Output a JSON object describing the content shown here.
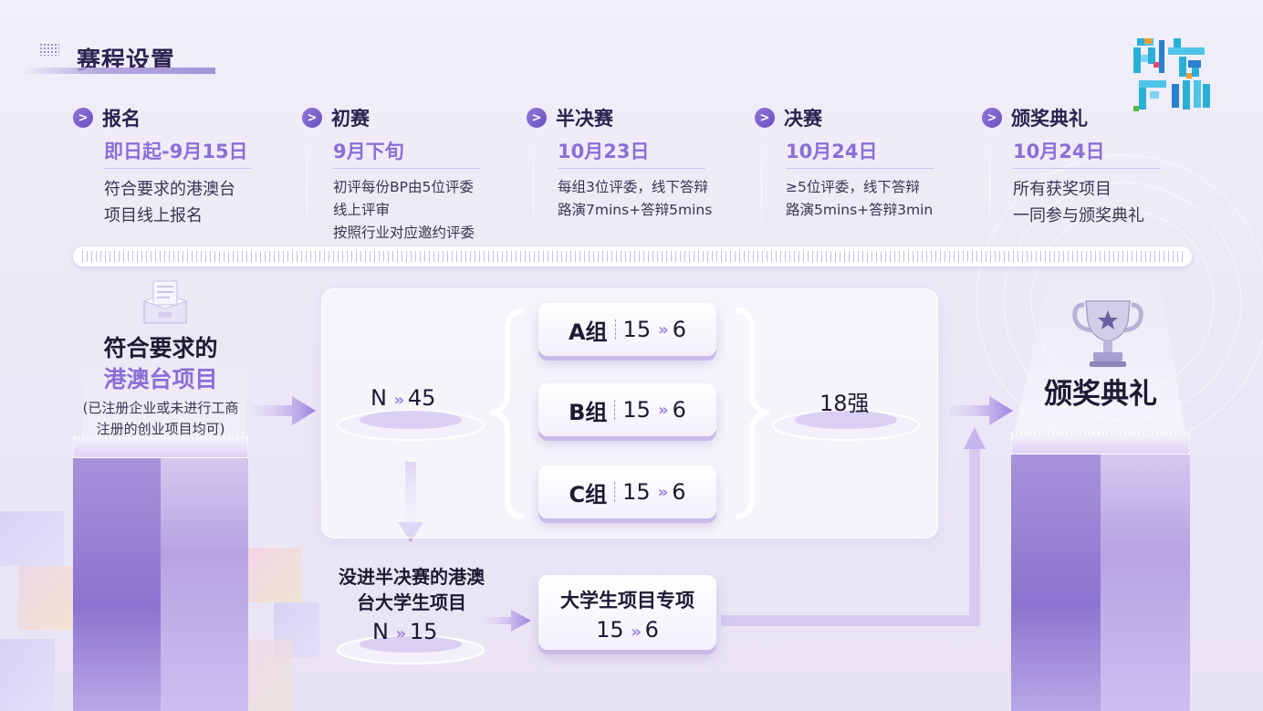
{
  "header": {
    "title": "赛程设置"
  },
  "stages": [
    {
      "name": "报名",
      "date": "即日起-9月15日",
      "desc": [
        "符合要求的港澳台",
        "项目线上报名"
      ]
    },
    {
      "name": "初赛",
      "date": "9月下旬",
      "desc": [
        "初评每份BP由5位评委",
        "线上评审",
        "按照行业对应邀约评委"
      ]
    },
    {
      "name": "半决赛",
      "date": "10月23日",
      "desc": [
        "每组3位评委，线下答辩",
        "路演7mins+答辩5mins"
      ]
    },
    {
      "name": "决赛",
      "date": "10月24日",
      "desc": [
        "≥5位评委，线下答辩",
        "路演5mins+答辩3min"
      ]
    },
    {
      "name": "颁奖典礼",
      "date": "10月24日",
      "desc": [
        "所有获奖项目",
        "一同参与颁奖典礼"
      ]
    }
  ],
  "entry": {
    "line1": "符合要求的",
    "line2": "港澳台项目",
    "note1": "(已注册企业或未进行工商",
    "note2": "注册的创业项目均可)"
  },
  "flow": {
    "start": {
      "left": "N",
      "right": "45"
    },
    "groups": [
      {
        "label": "A组",
        "from": "15",
        "to": "6"
      },
      {
        "label": "B组",
        "from": "15",
        "to": "6"
      },
      {
        "label": "C组",
        "from": "15",
        "to": "6"
      }
    ],
    "result": "18强",
    "university": {
      "label1": "没进半决赛的港澳",
      "label2": "台大学生项目",
      "n_left": "N",
      "n_right": "15",
      "box_title": "大学生项目专项",
      "from": "15",
      "to": "6"
    },
    "award": "颁奖典礼",
    "arrow_glyph": "»"
  },
  "colors": {
    "accent": "#8b6fd6",
    "dark": "#2b2250",
    "arrow": "#9b82de"
  }
}
